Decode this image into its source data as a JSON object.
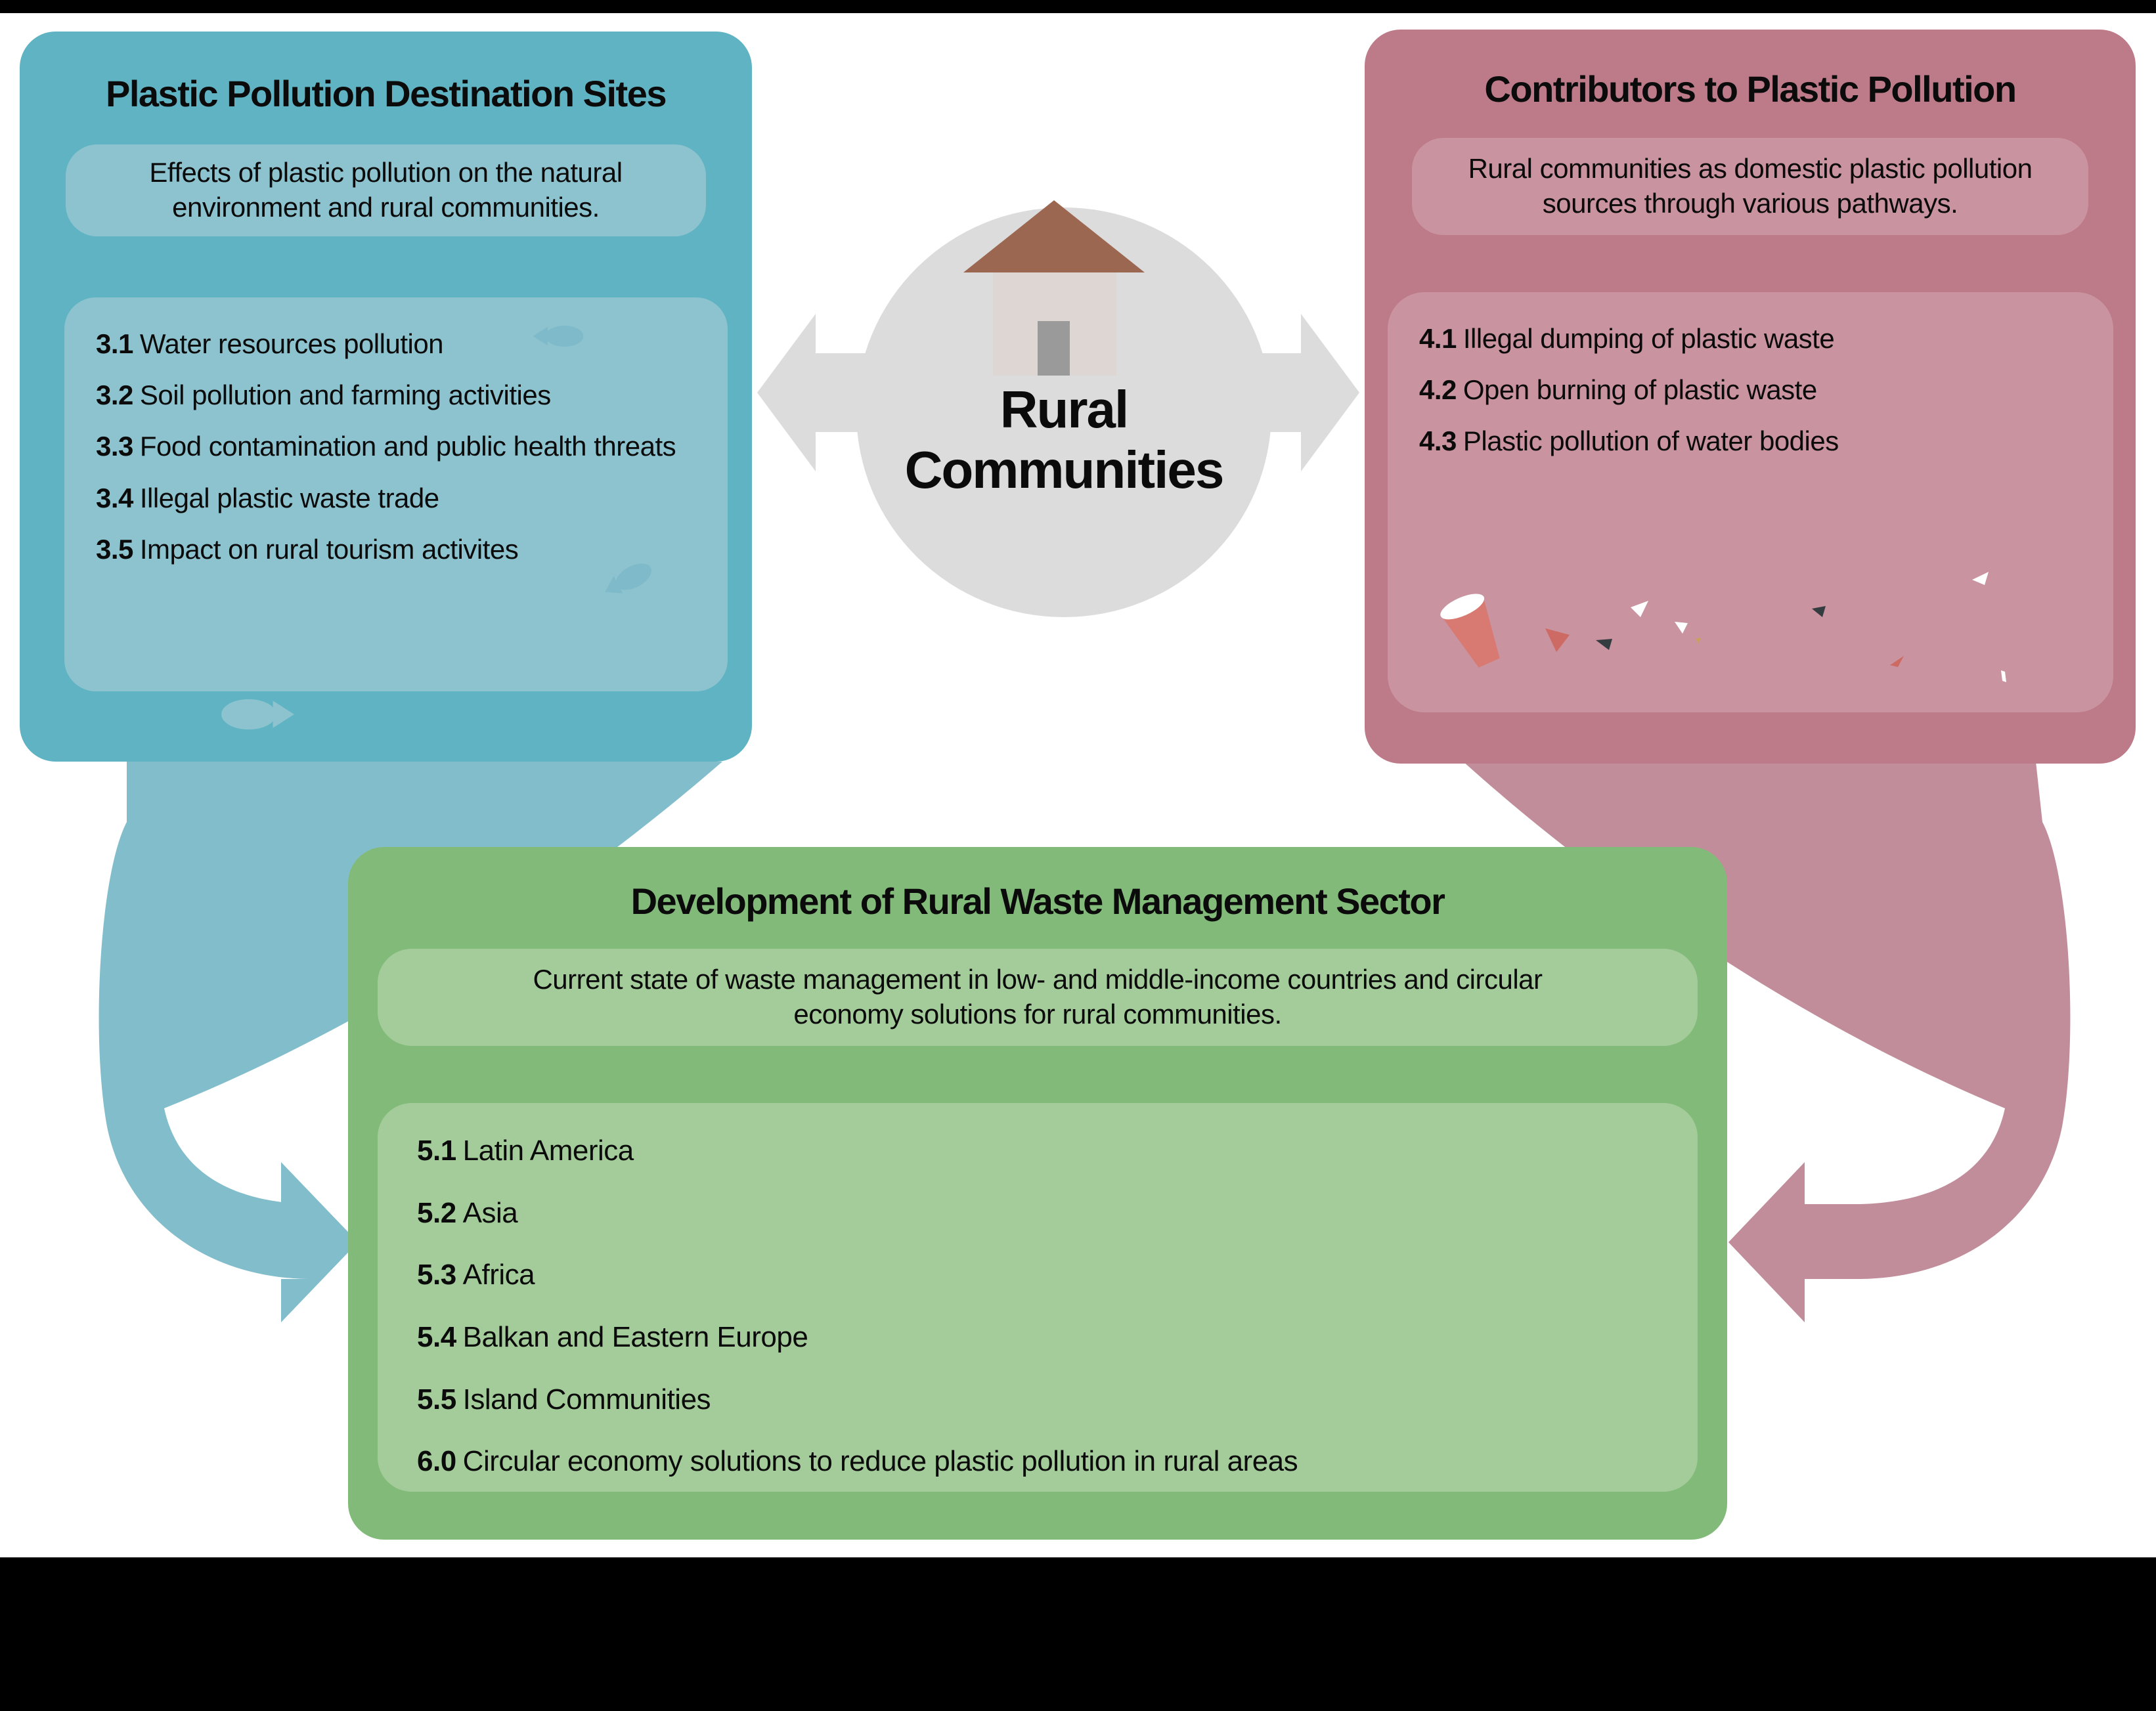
{
  "infographic": {
    "colors": {
      "background": "#ffffff",
      "frame_bars": "#000000",
      "left_box": "#5fb3c3",
      "left_panel": "#8cc3cf",
      "left_arrow": "#82bdcb",
      "right_box": "#bd7a88",
      "right_panel": "#ca93a0",
      "right_arrow": "#c18d9a",
      "bottom_box": "#82bb79",
      "bottom_panel": "#a4cc9a",
      "hub_gray": "#dcdcdc",
      "house_roof": "#9c6750",
      "house_body": "#ddd6d2",
      "house_door": "#9a9a9a",
      "text": "#0b0b0b",
      "debris_red": "#d97a72",
      "debris_dark": "#343c40",
      "debris_white": "#ffffff"
    },
    "left_box": {
      "title": "Plastic Pollution Destination Sites",
      "subtitle": "Effects of plastic pollution on the natural environment and rural communities.",
      "items": [
        {
          "num": "3.1",
          "label": "Water resources pollution"
        },
        {
          "num": "3.2",
          "label": "Soil pollution and farming activities"
        },
        {
          "num": "3.3",
          "label": "Food contamination and public health threats"
        },
        {
          "num": "3.4",
          "label": "Illegal plastic waste trade"
        },
        {
          "num": "3.5",
          "label": "Impact on rural tourism activites"
        }
      ]
    },
    "right_box": {
      "title": "Contributors to Plastic Pollution",
      "subtitle": "Rural communities as domestic plastic pollution sources through various pathways.",
      "items": [
        {
          "num": "4.1",
          "label": "Illegal dumping of plastic waste"
        },
        {
          "num": "4.2",
          "label": "Open burning of plastic waste"
        },
        {
          "num": "4.3",
          "label": "Plastic pollution of water bodies"
        }
      ]
    },
    "bottom_box": {
      "title": "Development of Rural Waste Management Sector",
      "subtitle": "Current state of waste management in low- and middle-income countries and circular economy solutions for rural communities.",
      "items": [
        {
          "num": "5.1",
          "label": "Latin America"
        },
        {
          "num": "5.2",
          "label": "Asia"
        },
        {
          "num": "5.3",
          "label": "Africa"
        },
        {
          "num": "5.4",
          "label": "Balkan and Eastern Europe"
        },
        {
          "num": "5.5",
          "label": "Island Communities"
        },
        {
          "num": "6.0",
          "label": "Circular economy solutions to reduce plastic pollution in rural areas"
        }
      ]
    },
    "center": {
      "label_line1": "Rural",
      "label_line2": "Communities"
    },
    "icons": {
      "hub": "house-icon",
      "hub_arrows": "bidirectional-arrow-icon",
      "left_decorations": "fish-icon",
      "right_decorations": "cup-icon, debris-shard-icon",
      "flow_left": "curved-arrow-left-icon",
      "flow_right": "curved-arrow-right-icon"
    }
  }
}
